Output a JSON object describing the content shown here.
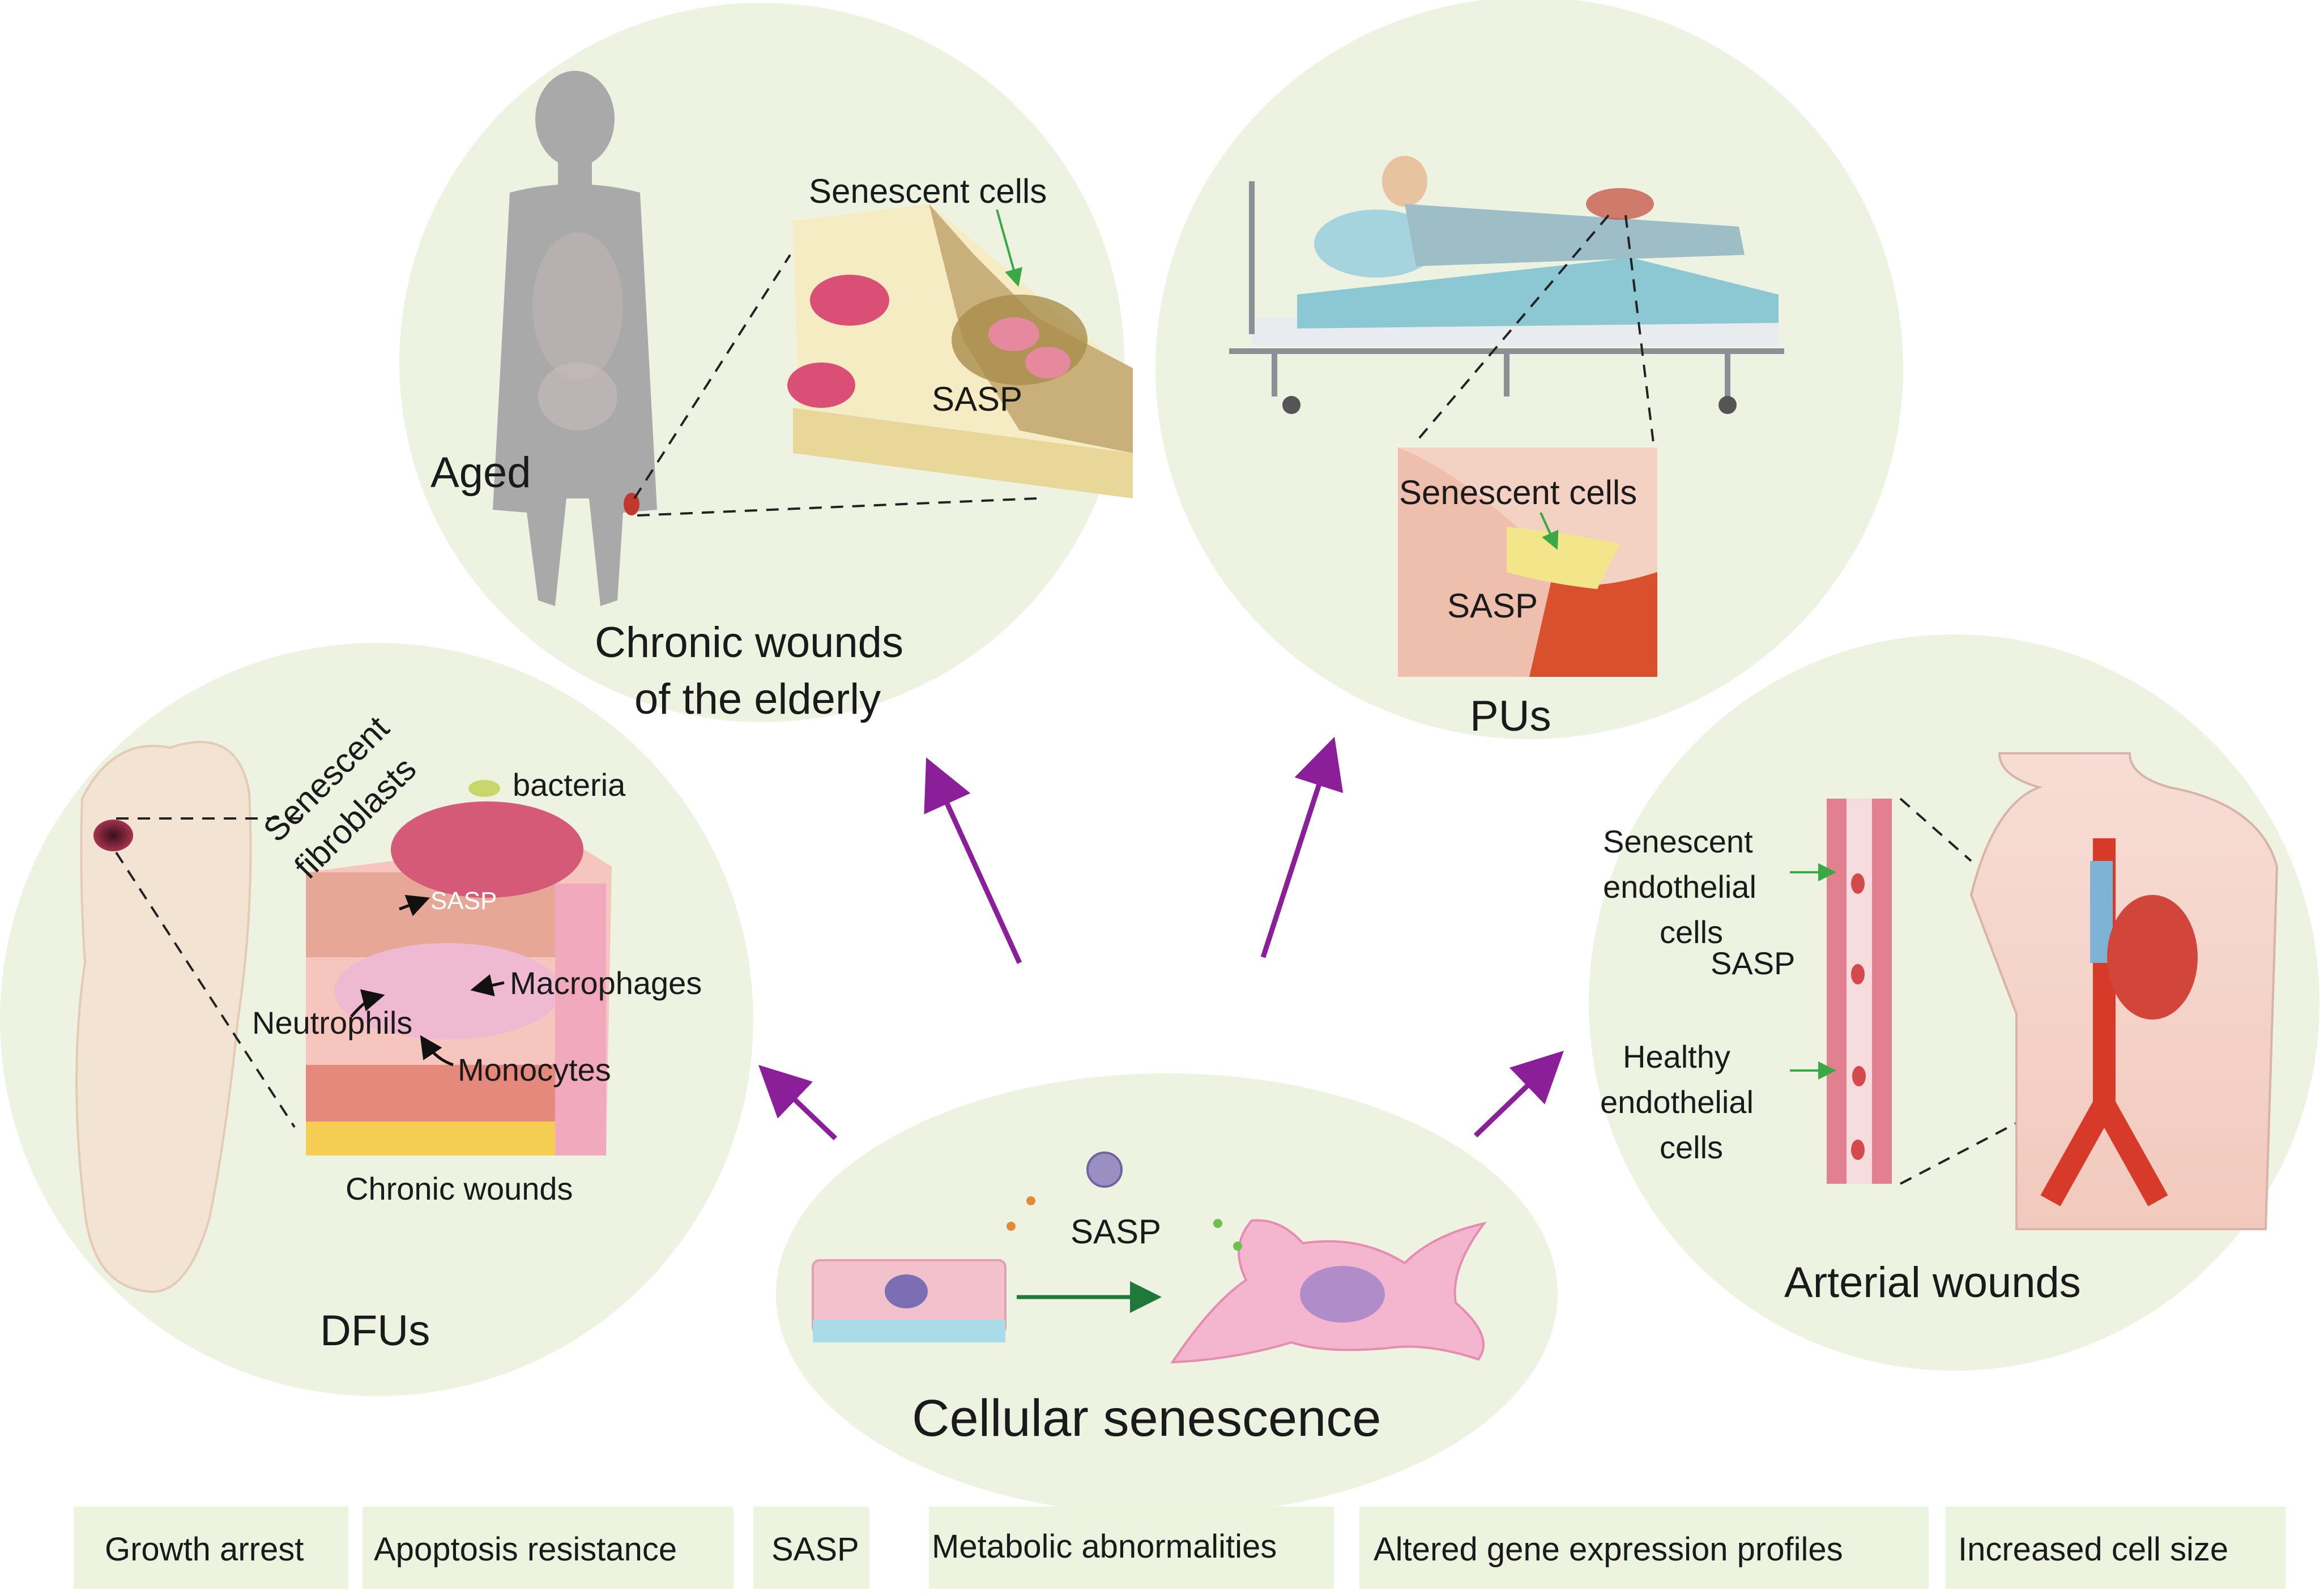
{
  "colors": {
    "panel_background": "#eef3e1",
    "feature_box": "#ecf3df",
    "arrow": "#8b1f9a",
    "pointer_green": "#3aa845",
    "artery_red": "#d83a2a",
    "skin_pink": "#f3c9c4",
    "cell_pink": "#f2a9c0"
  },
  "elderly": {
    "aged_label": "Aged",
    "senescent_cells_label": "Senescent cells",
    "sasp_label": "SASP",
    "title_line1": "Chronic wounds",
    "title_line2": "of the elderly"
  },
  "pressure": {
    "senescent_cells_label": "Senescent cells",
    "sasp_label": "SASP",
    "title": "PUs"
  },
  "dfu": {
    "senescent_fibroblasts_line1": "Senescent",
    "senescent_fibroblasts_line2": "fibroblasts",
    "bacteria_label": "bacteria",
    "sasp_label": "SASP",
    "macrophages_label": "Macrophages",
    "neutrophils_label": "Neutrophils",
    "monocytes_label": "Monocytes",
    "chronic_wounds_label": "Chronic wounds",
    "title": "DFUs"
  },
  "arterial": {
    "senescent_line1": "Senescent",
    "senescent_line2": "endothelial",
    "senescent_line3": "cells",
    "sasp_label": "SASP",
    "healthy_line1": "Healthy",
    "healthy_line2": "endothelial",
    "healthy_line3": "cells",
    "title": "Arterial wounds"
  },
  "center": {
    "sasp_label": "SASP",
    "title": "Cellular senescence"
  },
  "features": [
    "Growth arrest",
    "Apoptosis resistance",
    "SASP",
    "Metabolic abnormalities",
    "Altered gene expression profiles",
    "Increased cell size"
  ]
}
